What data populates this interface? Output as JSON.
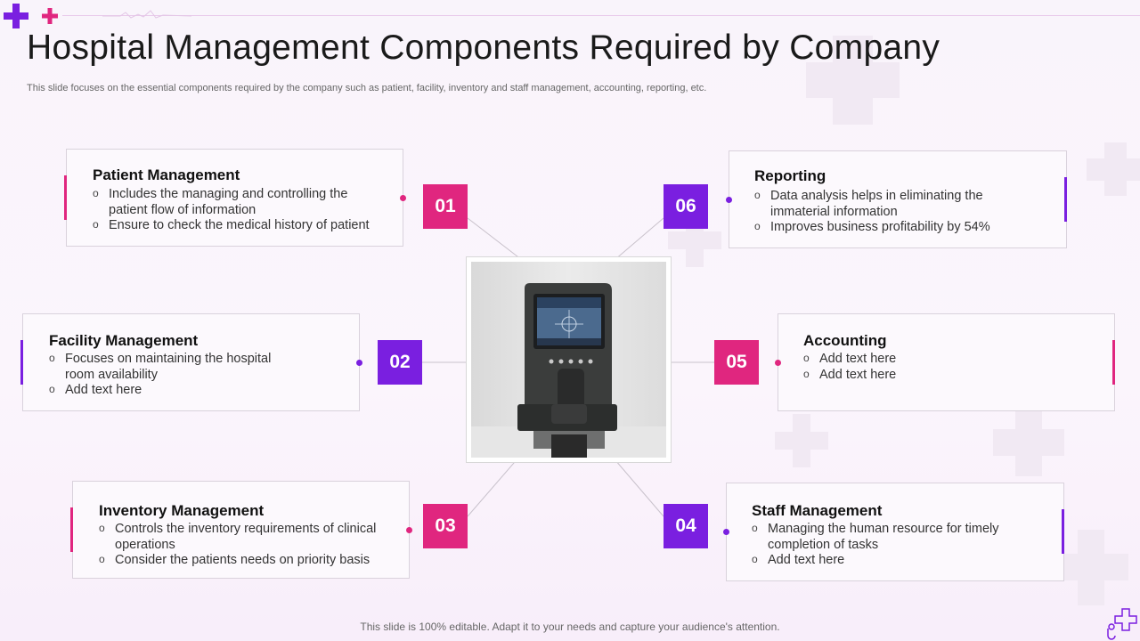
{
  "header": {
    "title": "Hospital Management Components Required by Company",
    "subtitle": "This slide focuses on the essential components required by the company such as patient, facility, inventory and staff management, accounting, reporting, etc."
  },
  "components": [
    {
      "number": "01",
      "title": "Patient Management",
      "bullets": [
        "Includes the managing and controlling the patient flow of information",
        "Ensure to check the medical history of patient"
      ]
    },
    {
      "number": "02",
      "title": "Facility Management",
      "bullets": [
        "Focuses on maintaining the hospital room availability",
        "Add text here"
      ]
    },
    {
      "number": "03",
      "title": "Inventory Management",
      "bullets": [
        "Controls the inventory requirements of clinical operations",
        "Consider the patients needs on priority basis"
      ]
    },
    {
      "number": "04",
      "title": "Staff Management",
      "bullets": [
        "Managing the human resource for timely completion of tasks",
        "Add text here"
      ]
    },
    {
      "number": "05",
      "title": "Accounting",
      "bullets": [
        "Add text here",
        "Add text here"
      ]
    },
    {
      "number": "06",
      "title": "Reporting",
      "bullets": [
        "Data analysis helps in eliminating the immaterial information",
        "Improves business profitability by 54%"
      ]
    }
  ],
  "footer": {
    "note": "This slide is 100% editable. Adapt it to your needs and capture your audience's attention."
  },
  "colors": {
    "pink": "#e0267f",
    "purple": "#7a1fe0"
  }
}
